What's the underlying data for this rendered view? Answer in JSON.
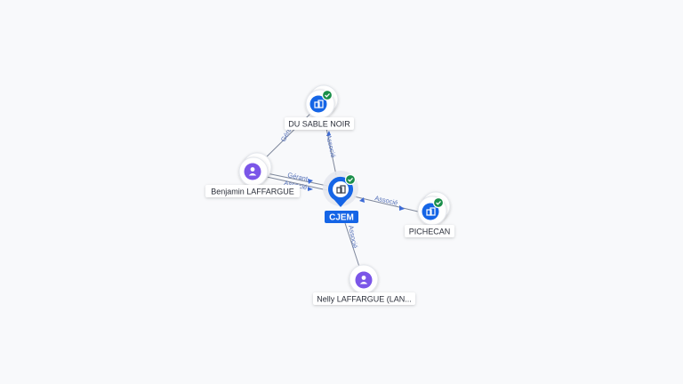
{
  "graph": {
    "nodes": {
      "cjem": {
        "label": "CJEM",
        "kind": "company",
        "verified": true,
        "selected": true
      },
      "du_sable_noir": {
        "label": "DU SABLE NOIR",
        "kind": "company",
        "verified": true
      },
      "pichecan": {
        "label": "PICHECAN",
        "kind": "company",
        "verified": true
      },
      "benjamin": {
        "label": "Benjamin LAFFARGUE",
        "kind": "person"
      },
      "nelly": {
        "label": "Nelly LAFFARGUE (LAN...",
        "kind": "person"
      }
    },
    "edges": {
      "benjamin_du_sable_noir": "Gérant",
      "benjamin_cjem_gerant": "Gérant",
      "benjamin_cjem_associe": "Associé",
      "du_sable_noir_cjem": "Associé",
      "cjem_pichecan": "Associé",
      "nelly_cjem": "Associé"
    }
  },
  "colors": {
    "company": "#1565e6",
    "person": "#7b56e8",
    "verified": "#1a8f4a",
    "edge": "#7e879b",
    "edge_label": "#5470b8"
  }
}
